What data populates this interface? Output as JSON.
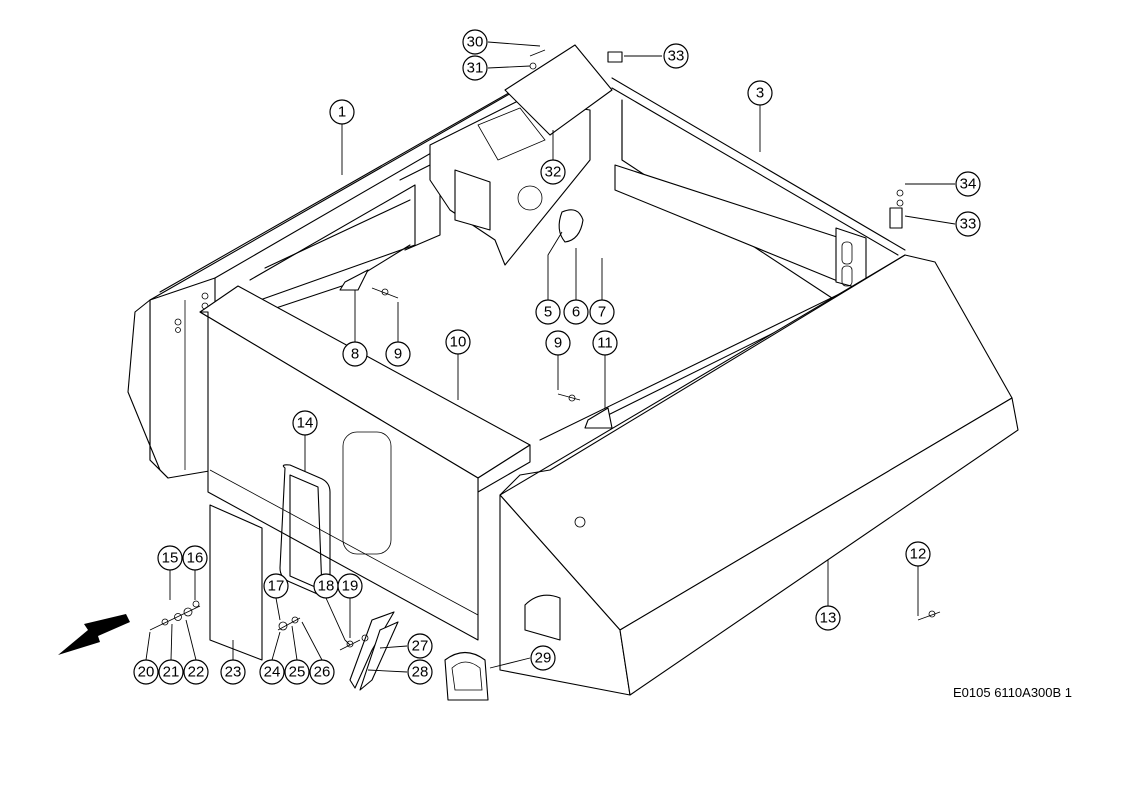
{
  "drawing": {
    "reference": "E0105 6110A300B 1"
  },
  "callouts": [
    {
      "id": "c1",
      "label": "1"
    },
    {
      "id": "c3",
      "label": "3"
    },
    {
      "id": "c5",
      "label": "5"
    },
    {
      "id": "c6",
      "label": "6"
    },
    {
      "id": "c7",
      "label": "7"
    },
    {
      "id": "c8",
      "label": "8"
    },
    {
      "id": "c9a",
      "label": "9"
    },
    {
      "id": "c9b",
      "label": "9"
    },
    {
      "id": "c10",
      "label": "10"
    },
    {
      "id": "c11",
      "label": "11"
    },
    {
      "id": "c12",
      "label": "12"
    },
    {
      "id": "c13",
      "label": "13"
    },
    {
      "id": "c14",
      "label": "14"
    },
    {
      "id": "c15",
      "label": "15"
    },
    {
      "id": "c16",
      "label": "16"
    },
    {
      "id": "c17",
      "label": "17"
    },
    {
      "id": "c18",
      "label": "18"
    },
    {
      "id": "c19",
      "label": "19"
    },
    {
      "id": "c20",
      "label": "20"
    },
    {
      "id": "c21",
      "label": "21"
    },
    {
      "id": "c22",
      "label": "22"
    },
    {
      "id": "c23",
      "label": "23"
    },
    {
      "id": "c24",
      "label": "24"
    },
    {
      "id": "c25",
      "label": "25"
    },
    {
      "id": "c26",
      "label": "26"
    },
    {
      "id": "c27",
      "label": "27"
    },
    {
      "id": "c28",
      "label": "28"
    },
    {
      "id": "c29",
      "label": "29"
    },
    {
      "id": "c30",
      "label": "30"
    },
    {
      "id": "c31",
      "label": "31"
    },
    {
      "id": "c32",
      "label": "32"
    },
    {
      "id": "c33a",
      "label": "33"
    },
    {
      "id": "c33b",
      "label": "33"
    },
    {
      "id": "c34",
      "label": "34"
    }
  ]
}
